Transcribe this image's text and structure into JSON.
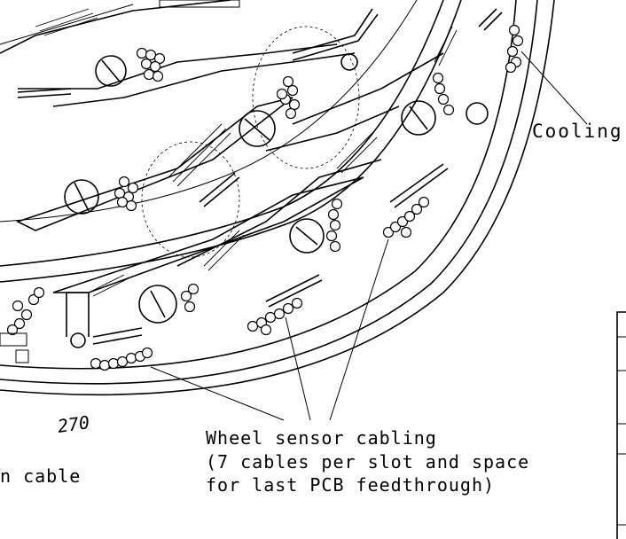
{
  "labels": {
    "cooling": "Cooling",
    "wheel_sensor_line1": "Wheel sensor cabling",
    "wheel_sensor_line2": "(7 cables per slot and space",
    "wheel_sensor_line3": "for last PCB feedthrough)",
    "cable_fragment": "n cable",
    "handwritten_270": "270"
  }
}
